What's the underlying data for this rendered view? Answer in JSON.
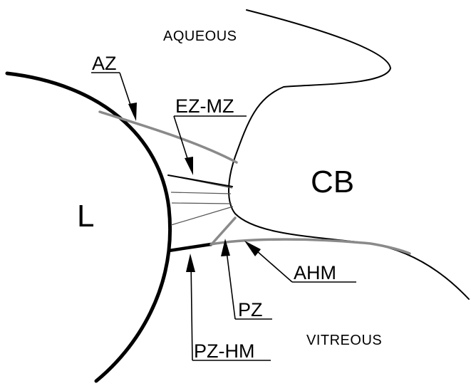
{
  "labels": {
    "aqueous": "AQUEOUS",
    "vitreous": "VITREOUS",
    "lens": "L",
    "ciliary_body": "CB",
    "az": "AZ",
    "ez_mz": "EZ-MZ",
    "ahm": "AHM",
    "pz": "PZ",
    "pz_hm": "PZ-HM"
  },
  "colors": {
    "outline": "#000000",
    "zonule_gray": "#8a8a8a",
    "background": "#ffffff"
  }
}
